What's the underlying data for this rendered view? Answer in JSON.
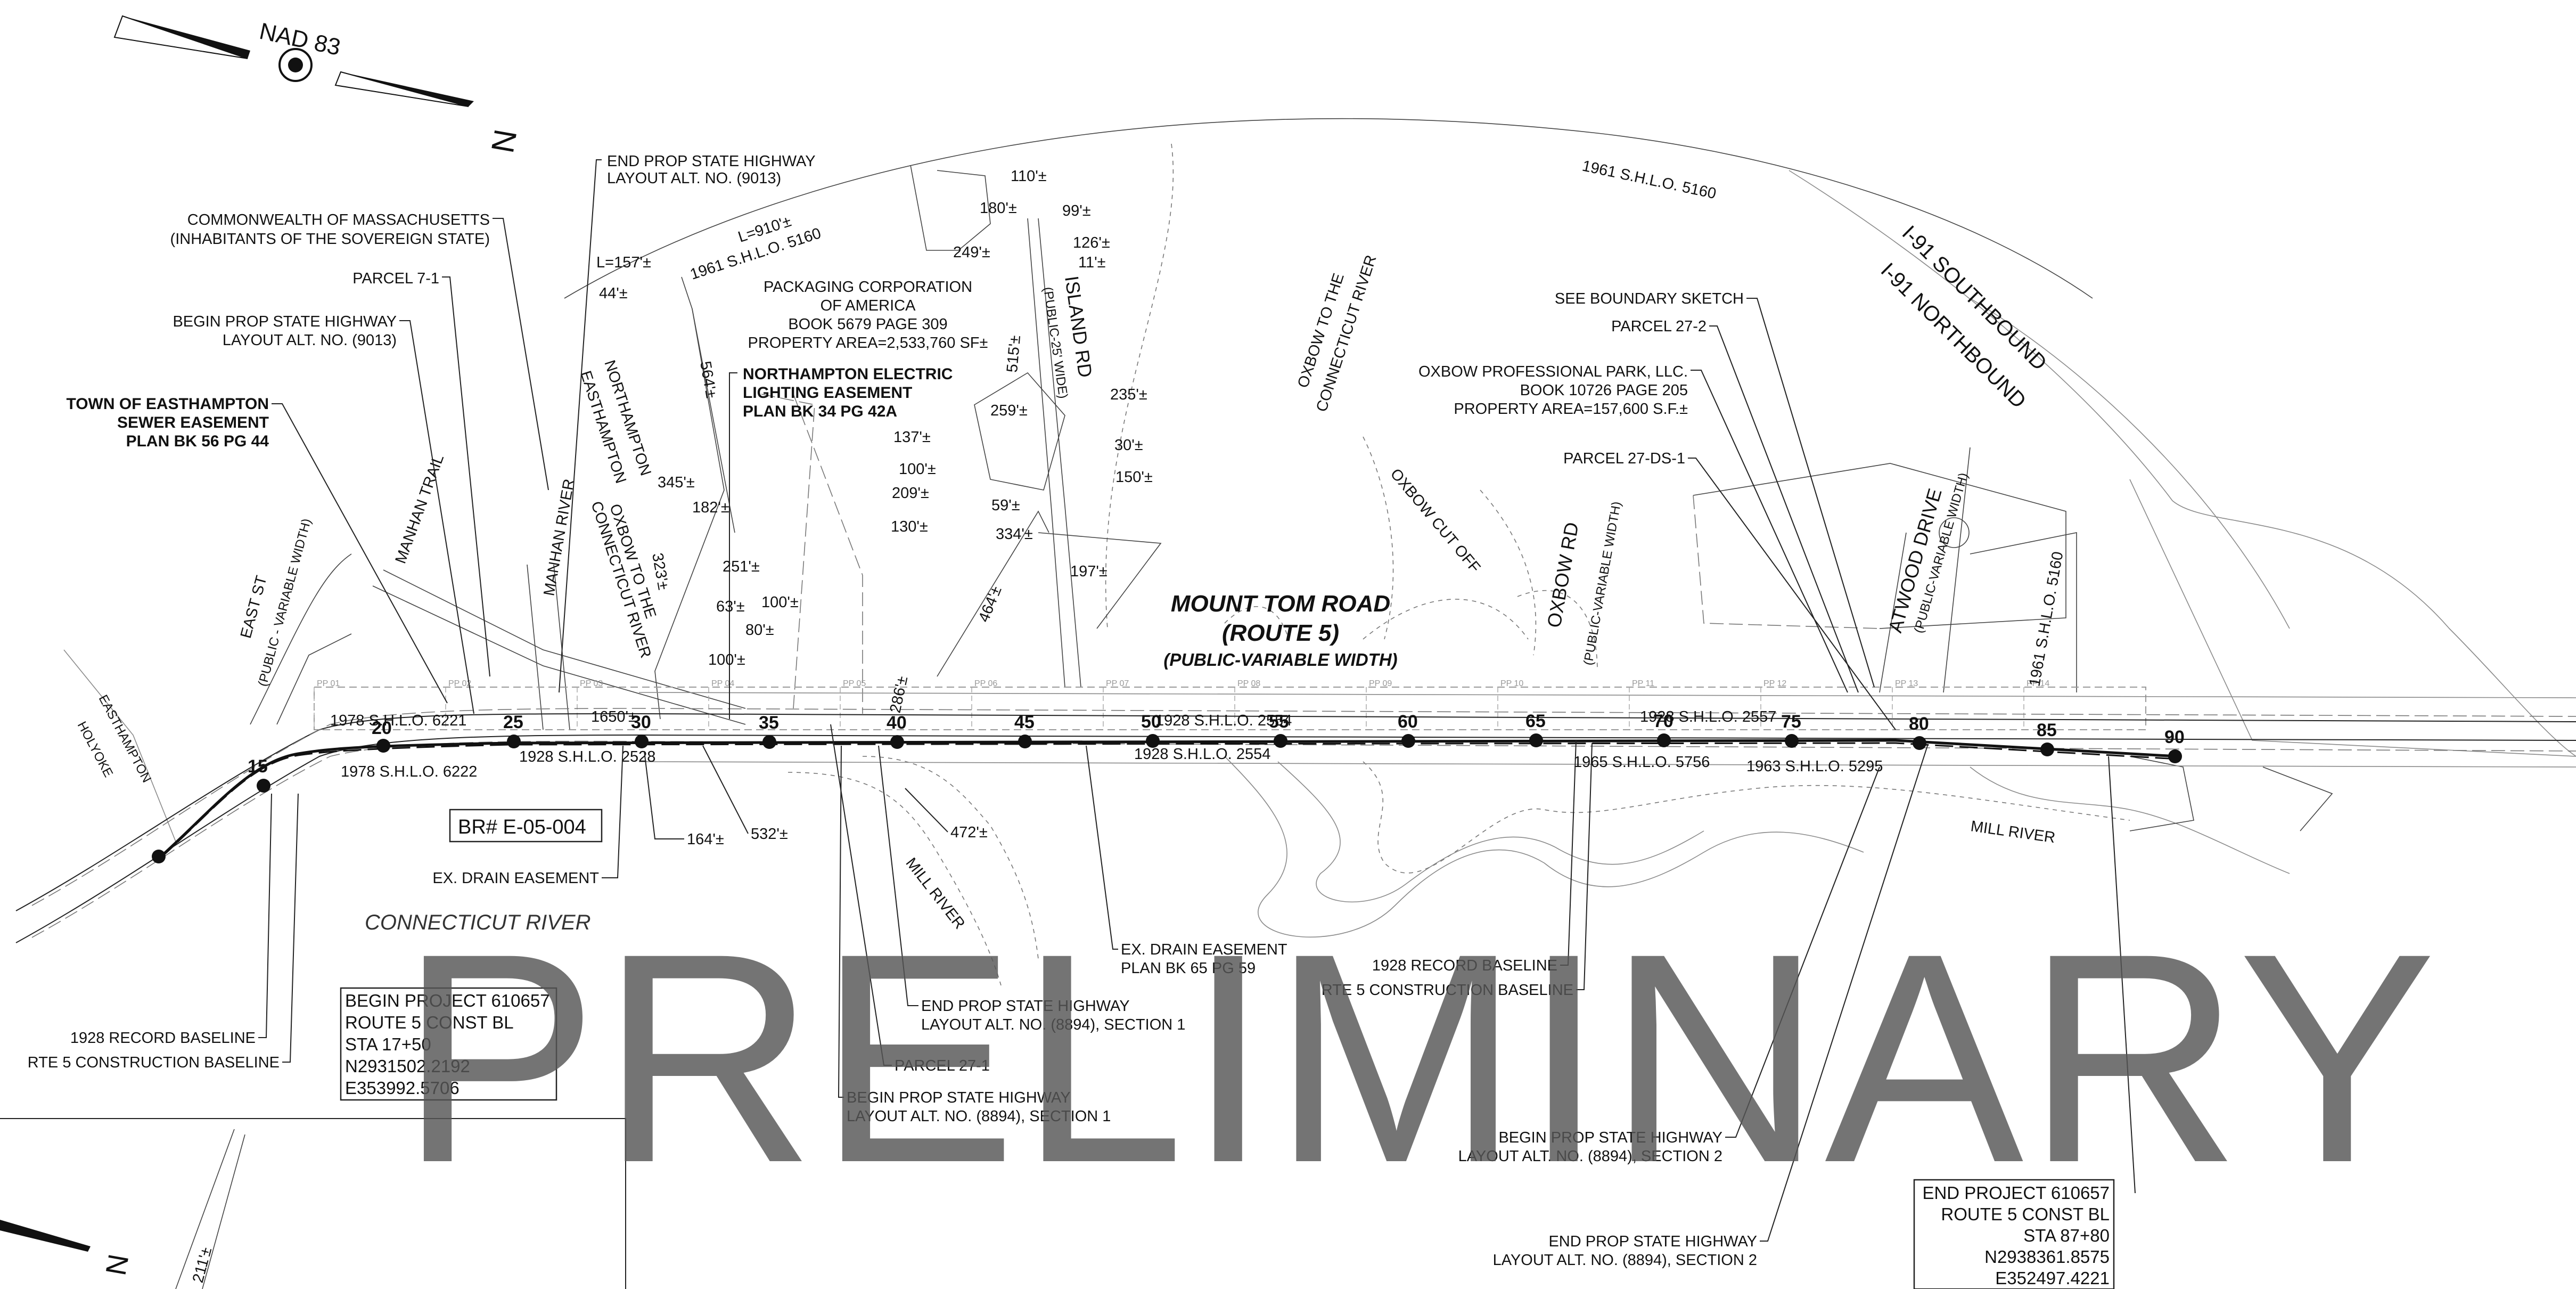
{
  "north_arrow": {
    "datum": "NAD 83",
    "north_letter": "N"
  },
  "highway": {
    "name": "MOUNT TOM ROAD",
    "route": "(ROUTE 5)",
    "width": "(PUBLIC-VARIABLE WIDTH)"
  },
  "bridge": "BR# E-05-004",
  "rivers": {
    "connecticut": "CONNECTICUT RIVER",
    "mill": "MILL RIVER",
    "manhan": "MANHAN RIVER",
    "mill2": "MILL RIVER",
    "oxbow_cut": "OXBOW CUT OFF"
  },
  "streets": {
    "east_st": "EAST ST",
    "east_st_w": "(PUBLIC - VARIABLE WIDTH)",
    "manhan_trail": "MANHAN TRAIL",
    "island_rd": "ISLAND RD",
    "island_rd_w": "(PUBLIC-25' WIDE)",
    "oxbow_rd": "OXBOW RD",
    "oxbow_rd_w": "(PUBLIC-VARIABLE WIDTH)",
    "atwood": "ATWOOD DRIVE",
    "atwood_w": "(PUBLIC-VARIABLE WIDTH)",
    "i91s": "I-91 SOUTHBOUND",
    "i91n": "I-91 NORTHBOUND"
  },
  "town_lines": {
    "easthampton": "EASTHAMPTON",
    "holyoke": "HOLYOKE",
    "northampton": "NORTHAMPTON",
    "easthampton2": "EASTHAMPTON"
  },
  "oxbow_labels": {
    "a1": "OXBOW TO THE",
    "a2": "CONNECTICUT RIVER",
    "b1": "OXBOW TO THE",
    "b2": "CONNECTICUT RIVER"
  },
  "layouts": {
    "shlo_1961_top": "1961 S.H.L.O. 5160",
    "shlo_1961_left": "1961 S.H.L.O. 5160",
    "shlo_1961_left_L": "L=910'±",
    "shlo_1961_right": "1961 S.H.L.O. 5160",
    "shlo_1978_a": "1978 S.H.L.O. 6221",
    "shlo_1978_b": "1978 S.H.L.O. 6222",
    "shlo_1928_a": "1928 S.H.L.O. 2528",
    "shlo_1928_b": "1928 S.H.L.O. 2554",
    "shlo_1928_c": "1928 S.H.L.O. 2554",
    "shlo_1928_d": "1928 S.H.L.O. 2557",
    "shlo_1965": "1965 S.H.L.O. 5756",
    "shlo_1963": "1963 S.H.L.O. 5295"
  },
  "parcel_info": {
    "packaging_1": "PACKAGING CORPORATION",
    "packaging_2": "OF AMERICA",
    "packaging_3": "BOOK 5679 PAGE 309",
    "packaging_4": "PROPERTY AREA=2,533,760 SF±",
    "oxbow_1": "OXBOW PROFESSIONAL PARK, LLC.",
    "oxbow_2": "BOOK 10726 PAGE 205",
    "oxbow_3": "PROPERTY AREA=157,600 S.F.±"
  },
  "callouts": {
    "end_prop_9013_1": "END PROP STATE HIGHWAY",
    "end_prop_9013_2": "LAYOUT ALT. NO. (9013)",
    "commonwealth_1": "COMMONWEALTH OF MASSACHUSETTS",
    "commonwealth_2": "(INHABITANTS OF THE SOVEREIGN STATE)",
    "parcel_7_1": "PARCEL 7-1",
    "begin_prop_9013_1": "BEGIN PROP STATE HIGHWAY",
    "begin_prop_9013_2": "LAYOUT ALT. NO. (9013)",
    "town_sewer_1": "TOWN OF EASTHAMPTON",
    "town_sewer_2": "SEWER EASEMENT",
    "town_sewer_3": "PLAN BK 56 PG 44",
    "nelec_1": "NORTHAMPTON ELECTRIC",
    "nelec_2": "LIGHTING EASEMENT",
    "nelec_3": "PLAN BK 34 PG 42A",
    "see_boundary": "SEE BOUNDARY SKETCH",
    "parcel_27_2": "PARCEL 27-2",
    "parcel_27_ds_1": "PARCEL 27-DS-1",
    "ex_drain": "EX. DRAIN EASEMENT",
    "ex_drain_2_1": "EX. DRAIN EASEMENT",
    "ex_drain_2_2": "PLAN BK 65 PG 59",
    "rec_base_left": "1928 RECORD BASELINE",
    "const_base_left": "RTE 5 CONSTRUCTION BASELINE",
    "rec_base_right": "1928 RECORD BASELINE",
    "const_base_right": "RTE 5 CONSTRUCTION BASELINE",
    "end_prop_s1_1": "END PROP STATE HIGHWAY",
    "end_prop_s1_2": "LAYOUT ALT. NO. (8894), SECTION 1",
    "parcel_27_1": "PARCEL 27-1",
    "begin_prop_s1_1": "BEGIN PROP STATE HIGHWAY",
    "begin_prop_s1_2": "LAYOUT ALT. NO. (8894), SECTION 1",
    "begin_prop_s2_1": "BEGIN PROP STATE HIGHWAY",
    "begin_prop_s2_2": "LAYOUT ALT. NO. (8894), SECTION 2",
    "end_prop_s2_1": "END PROP STATE HIGHWAY",
    "end_prop_s2_2": "LAYOUT ALT. NO. (8894), SECTION 2"
  },
  "begin_project": [
    "BEGIN PROJECT 610657",
    "ROUTE 5 CONST BL",
    "STA 17+50",
    "N2931502.2192",
    "E353992.5706"
  ],
  "end_project": [
    "END PROJECT 610657",
    "ROUTE 5 CONST BL",
    "STA 87+80",
    "N2938361.8575",
    "E352497.4221"
  ],
  "stations": [
    "15",
    "20",
    "25",
    "30",
    "35",
    "40",
    "45",
    "50",
    "55",
    "60",
    "65",
    "70",
    "75",
    "80",
    "85",
    "90"
  ],
  "pp_sheets": [
    "PP 01",
    "PP 02",
    "PP 03",
    "PP 04",
    "PP 05",
    "PP 06",
    "PP 07",
    "PP 08",
    "PP 09",
    "PP 10",
    "PP 11",
    "PP 12",
    "PP 13",
    "PP 14"
  ],
  "dimensions": {
    "d110": "110'±",
    "d180": "180'±",
    "d99": "99'±",
    "d249": "249'±",
    "d126": "126'±",
    "d11": "11'±",
    "dL157": "L=157'±",
    "d44": "44'±",
    "d564": "564'±",
    "d515": "515'±",
    "d259": "259'±",
    "d235": "235'±",
    "d137": "137'±",
    "d30": "30'±",
    "d100a": "100'±",
    "d150": "150'±",
    "d209": "209'±",
    "d59": "59'±",
    "d130": "130'±",
    "d334": "334'±",
    "d197": "197'±",
    "d464": "464'±",
    "d345": "345'±",
    "d182": "182'±",
    "d251": "251'±",
    "d323": "323'±",
    "d63": "63'±",
    "d100b": "100'±",
    "d80": "80'±",
    "d100c": "100'±",
    "d286": "286'±",
    "d1650": "1650'±",
    "d164": "164'±",
    "d532": "532'±",
    "d472": "472'±",
    "d211": "211'±"
  },
  "watermark": "PRELIMINARY",
  "inset_north_letter": "N"
}
